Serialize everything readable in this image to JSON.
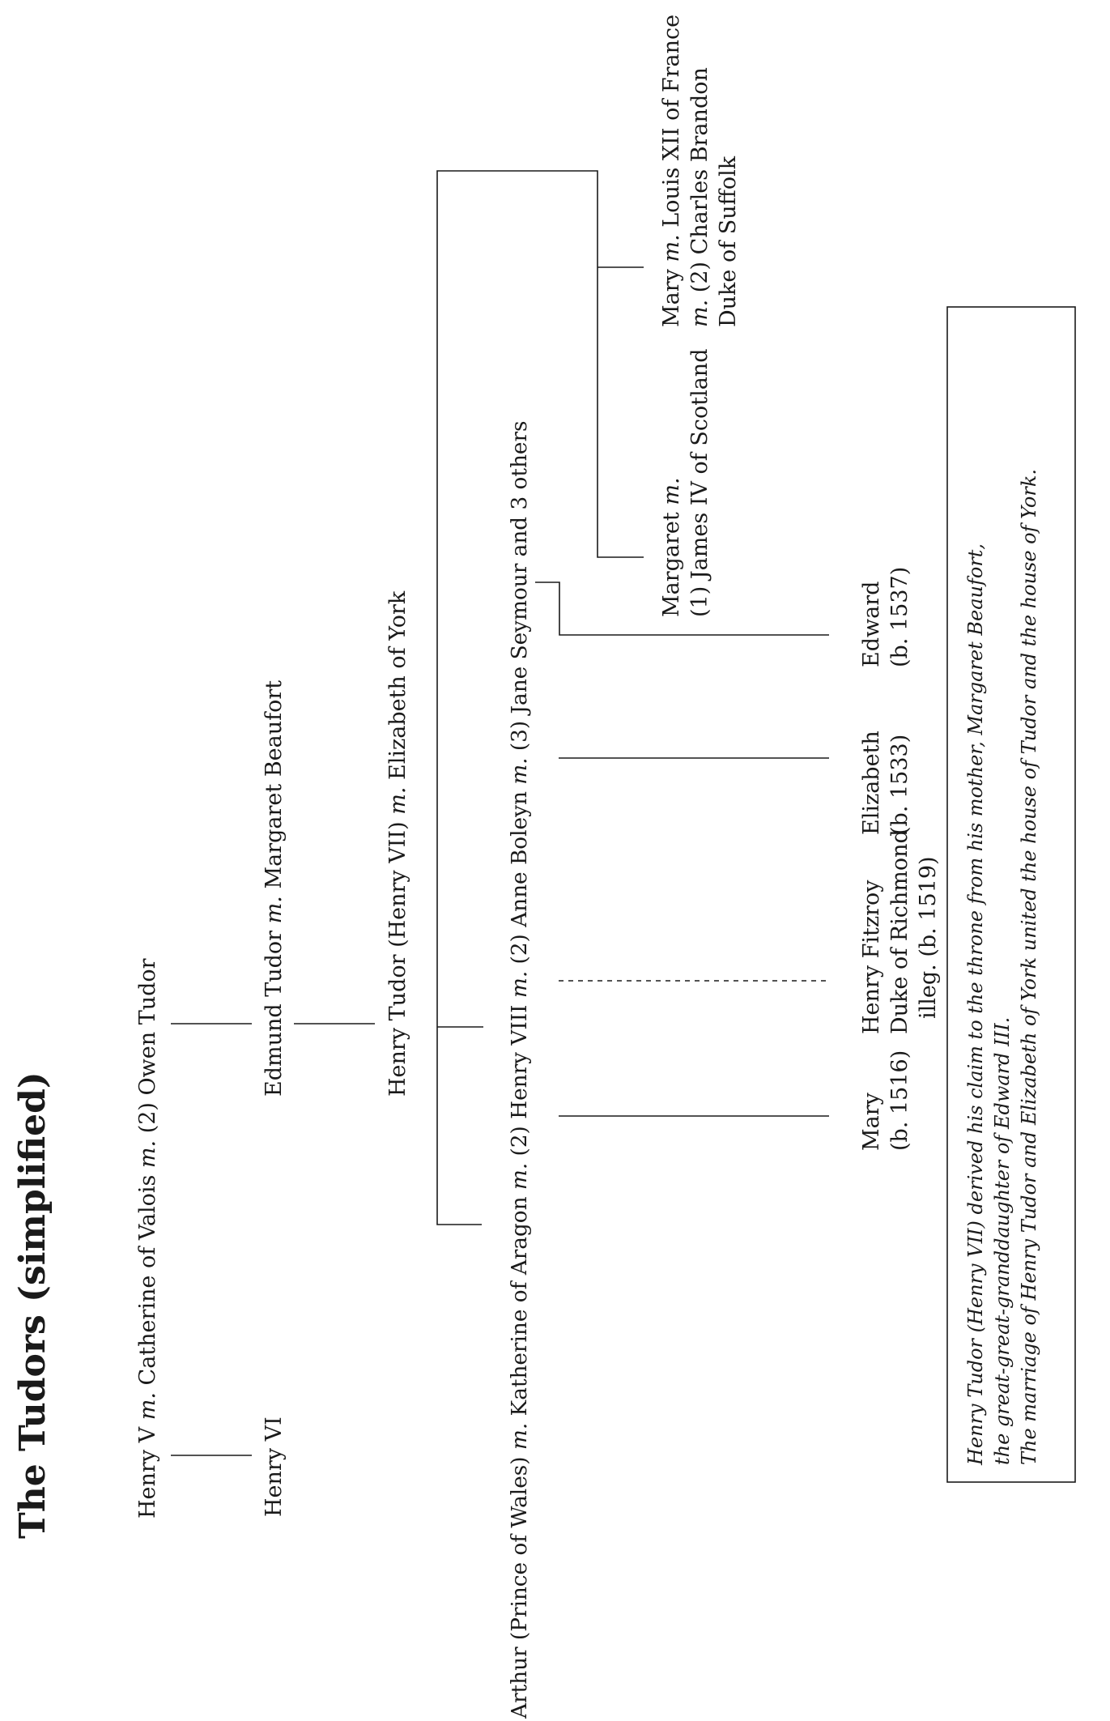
{
  "title": "The Tudors (simplified)",
  "generations": {
    "henry_v": {
      "name": "Henry V",
      "marriage_word": "m.",
      "spouse": "Catherine of Valois",
      "second_word": "m.",
      "second": "(2) Owen Tudor"
    },
    "henry_vi": {
      "name": "Henry VI"
    },
    "edmund": {
      "name": "Edmund Tudor",
      "marriage_word": "m.",
      "spouse": "Margaret Beaufort"
    },
    "henry_vii": {
      "name": "Henry Tudor (Henry VII)",
      "marriage_word": "m.",
      "spouse": "Elizabeth of York"
    },
    "henry_viii_line": {
      "arthur": "Arthur (Prince of Wales)",
      "m1": "m.",
      "katherine": "Katherine of Aragon",
      "m2": "m.",
      "henry_viii": "(2) Henry VIII",
      "m3": "m.",
      "anne": "(2) Anne Boleyn",
      "m4": "m.",
      "jane": "(3) Jane Seymour and 3 others"
    },
    "children": {
      "mary": [
        "Mary",
        "(b. 1516)"
      ],
      "fitzroy": [
        "Henry Fitzroy",
        "Duke of Richmond",
        "illeg. (b. 1519)"
      ],
      "elizabeth": [
        "Elizabeth",
        "(b. 1533)"
      ],
      "edward": [
        "Edward",
        "(b. 1537)"
      ]
    },
    "margaret": {
      "line1_name": "Margaret",
      "line1_m": "m.",
      "line2": "(1) James IV of Scotland"
    },
    "mary_sister": {
      "line1_name": "Mary",
      "line1_m": "m.",
      "line1_rest": "Louis XII of France",
      "line2_m": "m.",
      "line2_rest": "(2) Charles Brandon",
      "line3": "Duke of Suffolk"
    }
  },
  "note": [
    "Henry Tudor (Henry VII) derived his claim to the throne from his mother, Margaret Beaufort,",
    "the great-great-granddaughter of Edward III.",
    "The marriage of Henry Tudor and Elizabeth of York united the house of Tudor and the house of York."
  ]
}
